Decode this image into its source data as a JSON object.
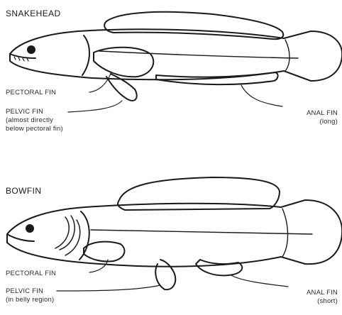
{
  "snakehead": {
    "title": "SNAKEHEAD",
    "pectoral_label": "PECTORAL FIN",
    "pelvic_label": "PELVIC FIN",
    "pelvic_note_1": "(almost directly",
    "pelvic_note_2": "below pectoral fin)",
    "anal_label": "ANAL FIN",
    "anal_note": "(long)"
  },
  "bowfin": {
    "title": "BOWFIN",
    "pectoral_label": "PECTORAL FIN",
    "pelvic_label": "PELVIC FIN",
    "pelvic_note": "(in belly region)",
    "anal_label": "ANAL FIN",
    "anal_note": "(short)"
  }
}
